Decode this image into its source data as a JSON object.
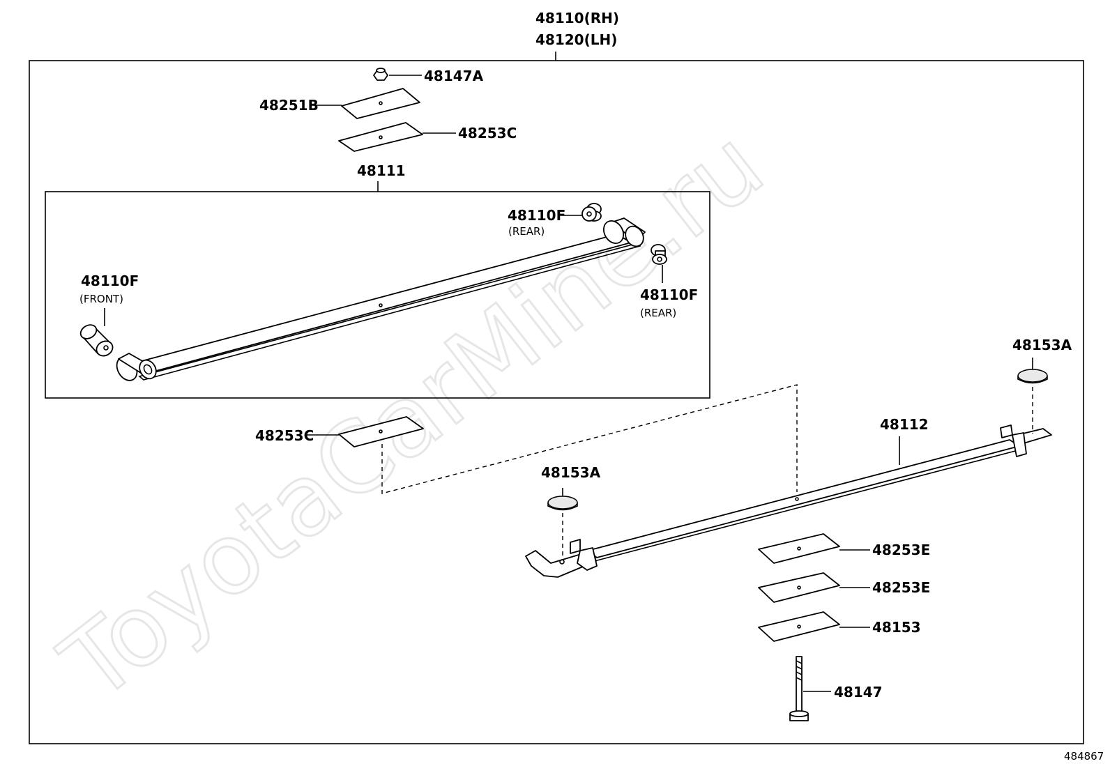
{
  "diagram": {
    "assembly": {
      "rh": "48110(RH)",
      "lh": "48120(LH)"
    },
    "reference_number": "484867",
    "watermark": "ToyotaCarMine.ru",
    "parts": {
      "p48147a": "48147A",
      "p48251b": "48251B",
      "p48253c_top": "48253C",
      "p48111": "48111",
      "p48110f_rear_top": "48110F",
      "rear_note_top": "(REAR)",
      "p48110f_front": "48110F",
      "front_note": "(FRONT)",
      "p48110f_rear_right": "48110F",
      "rear_note_right": "(REAR)",
      "p48153a_right": "48153A",
      "p48253c_mid": "48253C",
      "p48112": "48112",
      "p48153a_left": "48153A",
      "p48253e_1": "48253E",
      "p48253e_2": "48253E",
      "p48153": "48153",
      "p48147": "48147"
    }
  }
}
